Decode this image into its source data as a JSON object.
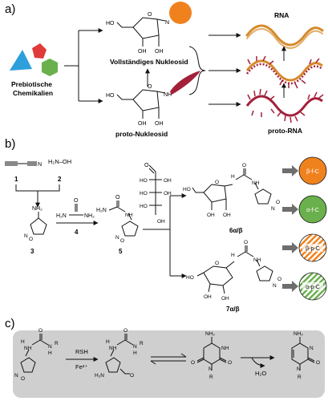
{
  "panels": {
    "a": {
      "label": "a)",
      "prebiotic_label_line1": "Prebiotische",
      "prebiotic_label_line2": "Chemikalien",
      "full_nucleoside_label": "Vollständiges Nukleosid",
      "proto_nucleoside_label": "proto-Nukleosid",
      "rna_label": "RNA",
      "proto_rna_label": "proto-RNA",
      "colors": {
        "triangle": "#2d9fdb",
        "pentagon": "#e03a3a",
        "hexagon": "#6ab04c",
        "orange": "#f0821e",
        "wave": "#d68a2c",
        "proto": "#a3203a"
      }
    },
    "b": {
      "label": "b)",
      "compound_1": "1",
      "compound_2": "2",
      "compound_3": "3",
      "compound_4": "4",
      "compound_5": "5",
      "compound_6": "6α/β",
      "compound_7": "7α/β",
      "reagent_2": "H₂N–OH",
      "nh2": "NH₂",
      "h2n": "H₂N",
      "o": "O",
      "n": "N",
      "oh": "OH",
      "ho": "HO",
      "h": "H",
      "badges": [
        {
          "text": "β-f-C",
          "style": "solid-orange"
        },
        {
          "text": "α-f-C",
          "style": "solid-green"
        },
        {
          "text": "β-p-C",
          "style": "striped-orange"
        },
        {
          "text": "α-p-C",
          "style": "striped-green"
        }
      ]
    },
    "c": {
      "label": "c)",
      "reagent_rsh": "RSH",
      "reagent_fe": "Fe²⁺",
      "water": "H₂O",
      "r": "R",
      "nh": "NH",
      "nh2": "NH₂",
      "h2n": "H₂N",
      "o": "O",
      "n": "N",
      "h": "H"
    }
  }
}
